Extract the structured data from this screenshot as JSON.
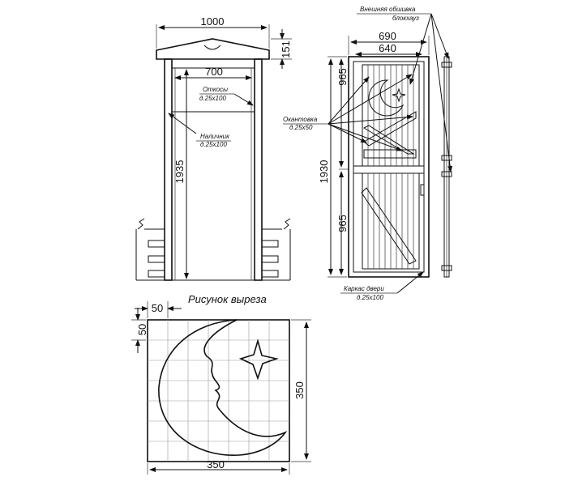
{
  "front_view": {
    "dims": {
      "width_total": "1000",
      "roof_height": "151",
      "inner_width": "700",
      "height": "1935"
    },
    "notes": {
      "slopes": "Откосы",
      "slopes_size": "д.25х100",
      "trim": "Наличник",
      "trim_size": "д.25х100"
    }
  },
  "door_view": {
    "dims": {
      "outer_width": "690",
      "inner_width": "640",
      "top_half": "965",
      "total": "1930",
      "bottom_half": "965"
    },
    "notes": {
      "cladding_1": "Внешняя обшивка",
      "cladding_2": "блокхауз",
      "edging": "Окантовка",
      "edging_size": "д.25х50",
      "frame": "Каркас двери",
      "frame_size": "д.25х100"
    }
  },
  "cutout": {
    "title": "Рисунок выреза",
    "dims": {
      "cell_w": "50",
      "cell_h": "50",
      "height": "350",
      "width": "350"
    }
  }
}
